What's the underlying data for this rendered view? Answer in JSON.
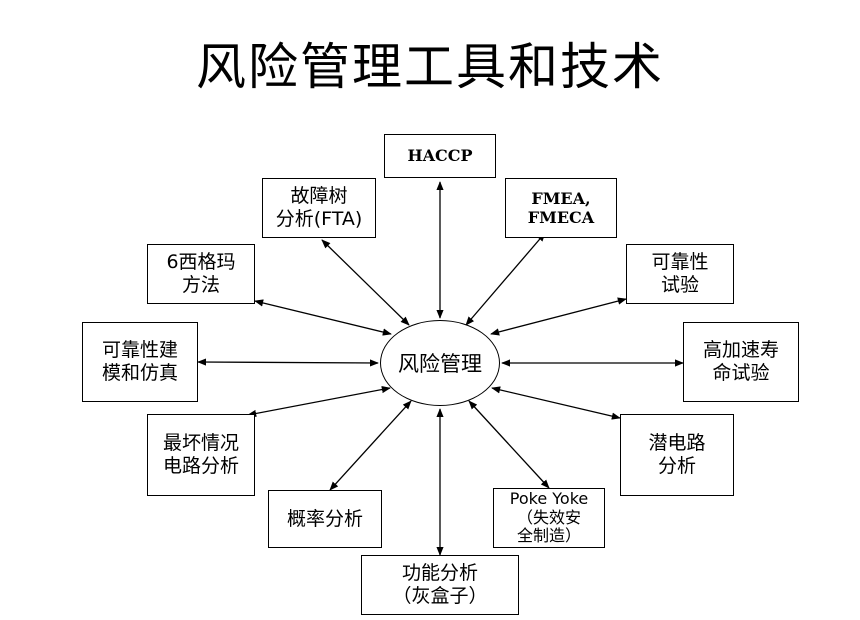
{
  "title": "风险管理工具和技术",
  "center": "风险管理",
  "nodes": {
    "haccp": "HACCP",
    "fmea": "FMEA,\nFMECA",
    "fta": "故障树\n分析(FTA)",
    "six_sigma": "6西格玛\n方法",
    "reliability_test": "可靠性\n试验",
    "reliability_modeling": "可靠性建\n模和仿真",
    "halt": "高加速寿\n命试验",
    "worst_case": "最坏情况\n电路分析",
    "sneak_circuit": "潜电路\n分析",
    "probability": "概率分析",
    "poka_yoke": "Poke Yoke\n（失效安\n全制造）",
    "functional": "功能分析\n（灰盒子）"
  }
}
